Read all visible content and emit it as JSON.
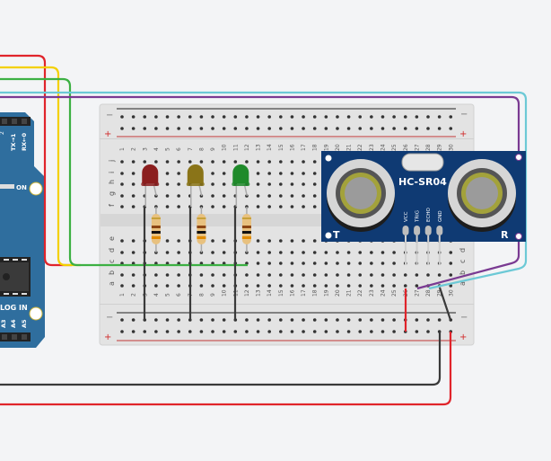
{
  "canvas": {
    "background": "#f3f4f6"
  },
  "arduino": {
    "color": "#2f6e9e",
    "labels": {
      "pin2": "2",
      "tx": "TX→1",
      "rx": "RX←0",
      "on": "ON",
      "analog": "ANALOG IN",
      "analog_visible": "LOG IN",
      "a3": "A3",
      "a4": "A4",
      "a5": "A5"
    }
  },
  "breadboard": {
    "rail_minus": "−",
    "rail_plus": "+",
    "columns": [
      "1",
      "2",
      "3",
      "4",
      "5",
      "6",
      "7",
      "8",
      "9",
      "10",
      "11",
      "12",
      "13",
      "14",
      "15",
      "16",
      "17",
      "18",
      "19",
      "20",
      "21",
      "22",
      "23",
      "24",
      "25",
      "26",
      "27",
      "28",
      "29",
      "30"
    ],
    "rows_top": [
      "j",
      "i",
      "h",
      "g",
      "f"
    ],
    "rows_bottom": [
      "e",
      "d",
      "c",
      "b",
      "a"
    ]
  },
  "leds": [
    {
      "name": "red-led",
      "color": "#8b1e1e",
      "column": 3
    },
    {
      "name": "yellow-led",
      "color": "#8a7418",
      "column": 7
    },
    {
      "name": "green-led",
      "color": "#1f8a2a",
      "column": 11
    }
  ],
  "resistors": [
    {
      "name": "resistor-1",
      "column": 4,
      "bands": [
        "#8b4513",
        "#111111",
        "#e08a00"
      ]
    },
    {
      "name": "resistor-2",
      "column": 8,
      "bands": [
        "#8b4513",
        "#111111",
        "#e08a00"
      ]
    },
    {
      "name": "resistor-3",
      "column": 12,
      "bands": [
        "#8b4513",
        "#111111",
        "#e08a00"
      ]
    }
  ],
  "sensor": {
    "title": "HC-SR04",
    "pins": [
      "VCC",
      "TRIG",
      "ECHO",
      "GND"
    ],
    "left_mark": "T",
    "right_mark": "R",
    "color": "#0f3a73"
  },
  "wires": {
    "red": "#e0242b",
    "yellow": "#f3d000",
    "green": "#3cb043",
    "cyan": "#6cc9d6",
    "purple": "#7a3a92",
    "black": "#3a3a3a"
  }
}
